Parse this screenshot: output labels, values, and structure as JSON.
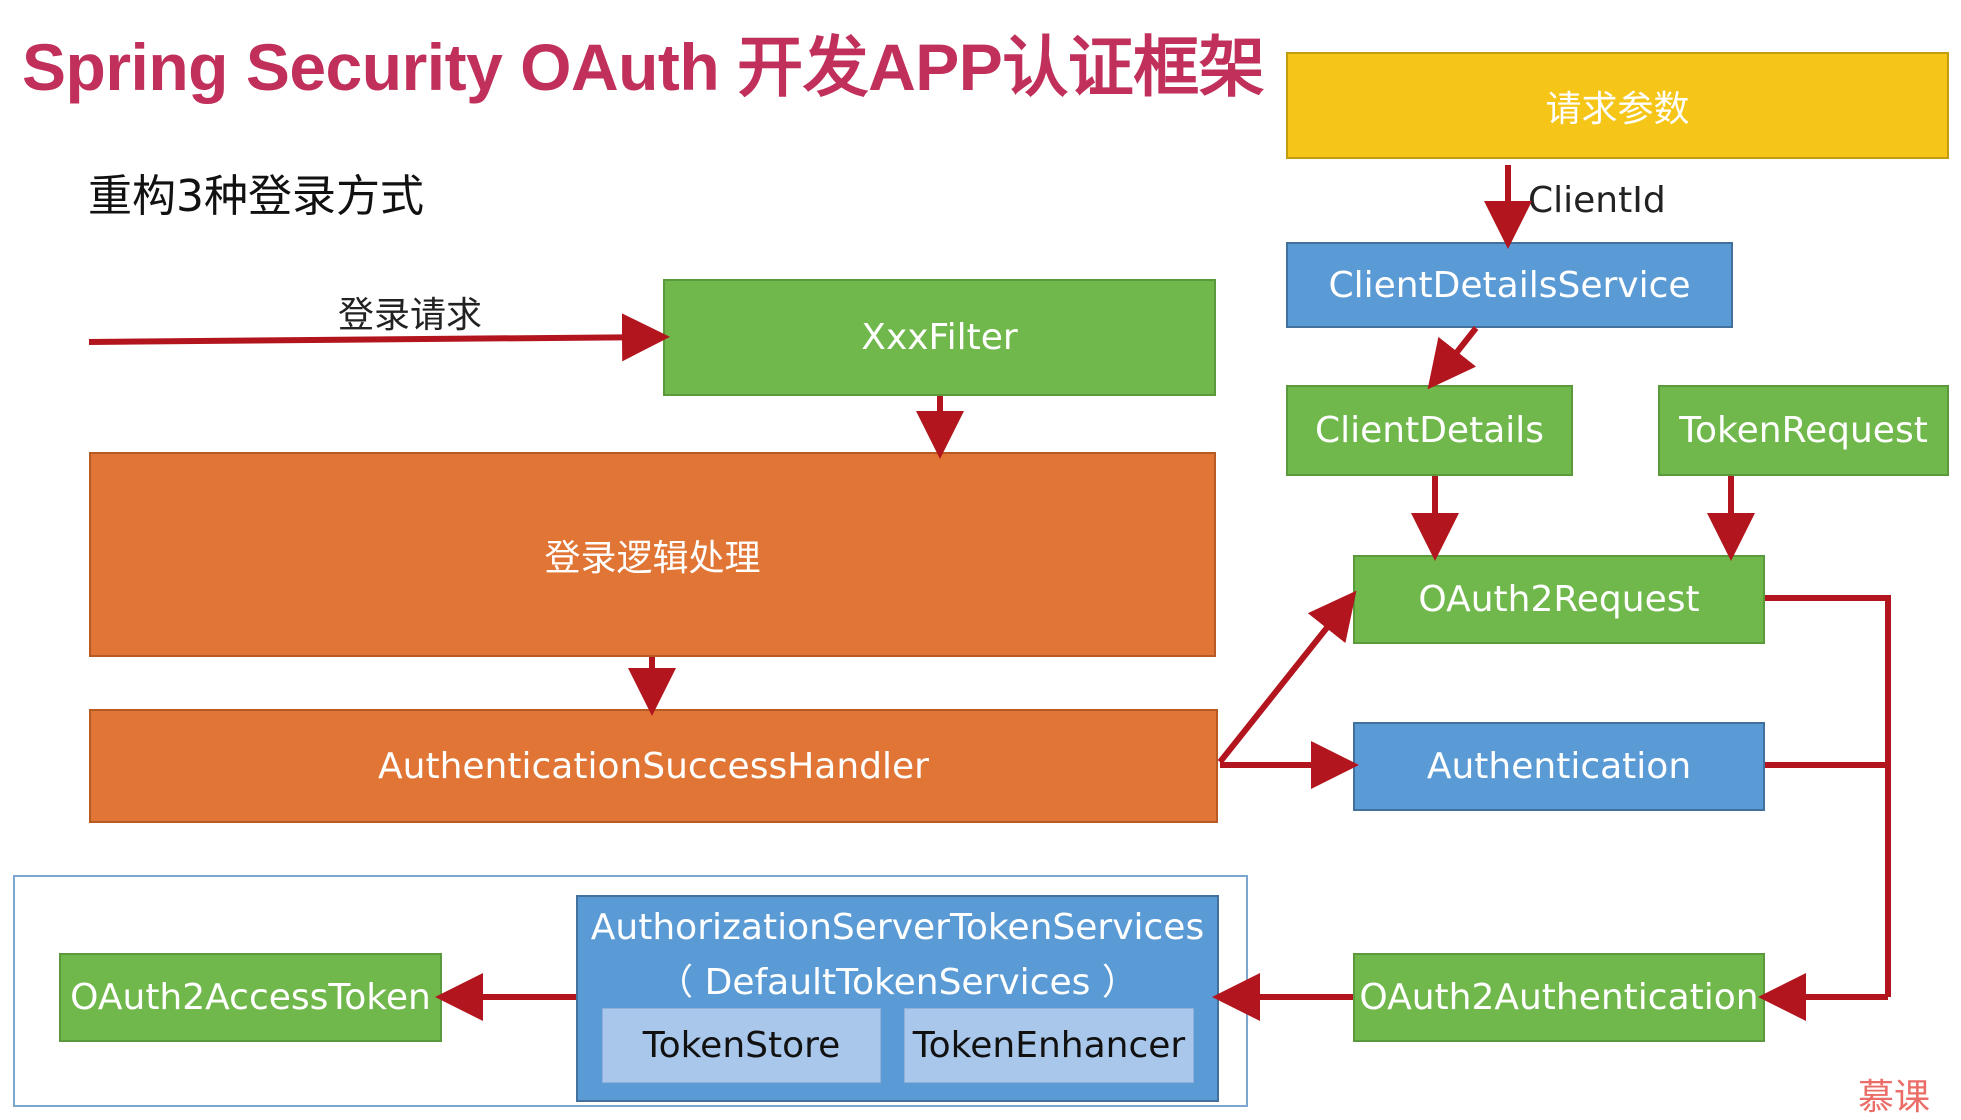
{
  "title": "Spring Security OAuth 开发APP认证框架",
  "subtitle": "重构3种登录方式",
  "labels": {
    "login_request": "登录请求",
    "client_id": "ClientId"
  },
  "nodes": {
    "request_params": "请求参数",
    "client_details_service": "ClientDetailsService",
    "client_details": "ClientDetails",
    "token_request": "TokenRequest",
    "oauth2_request": "OAuth2Request",
    "authentication": "Authentication",
    "oauth2_authentication": "OAuth2Authentication",
    "xxx_filter": "XxxFilter",
    "login_logic": "登录逻辑处理",
    "success_handler": "AuthenticationSuccessHandler",
    "token_services_line1": "AuthorizationServerTokenServices",
    "token_services_line2": "（ DefaultTokenServices ）",
    "token_store": "TokenStore",
    "token_enhancer": "TokenEnhancer",
    "oauth2_access_token": "OAuth2AccessToken"
  },
  "colors": {
    "title": "#c0305a",
    "green": "#70b84c",
    "blue": "#5b9bd5",
    "orange": "#e07535",
    "yellow": "#f5c518",
    "light_blue": "#a9c7eb",
    "arrow": "#b3151e"
  },
  "watermark": "慕课"
}
